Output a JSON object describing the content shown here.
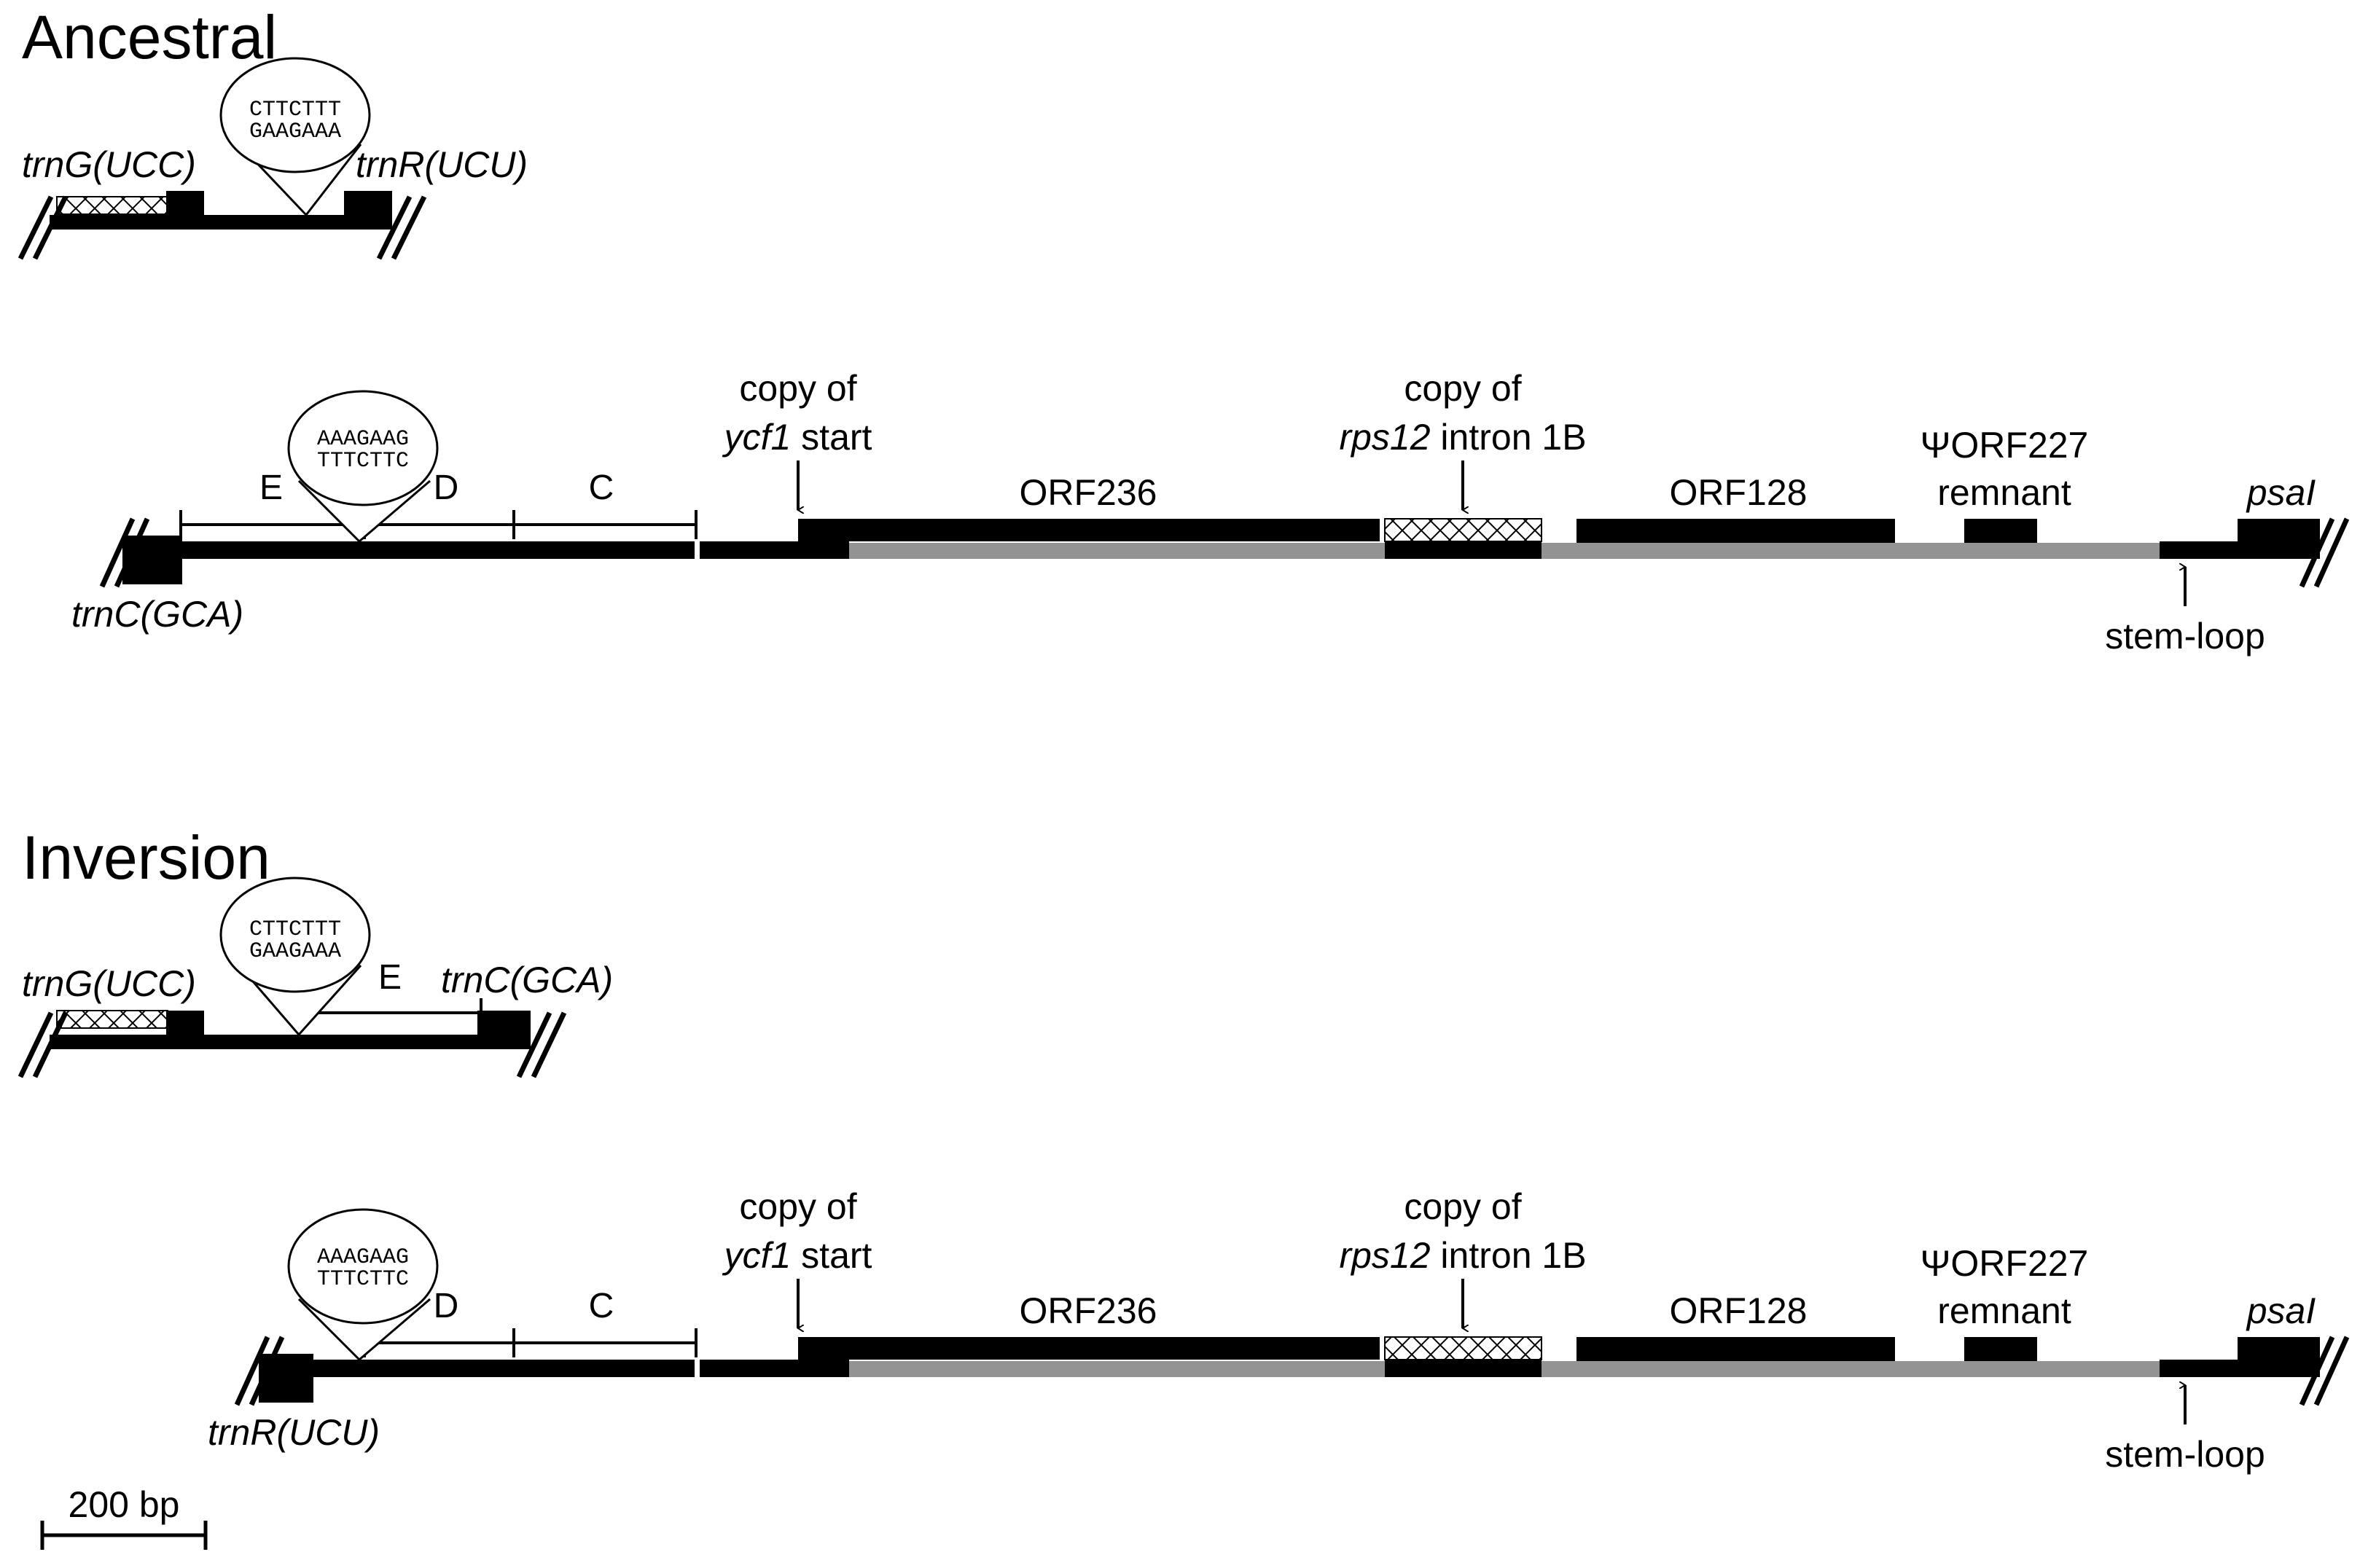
{
  "sections": {
    "ancestral": "Ancestral",
    "inversion": "Inversion"
  },
  "genes": {
    "trnG": "trnG(UCC)",
    "trnR": "trnR(UCU)",
    "trnC": "trnC(GCA)",
    "psaI": "psaI"
  },
  "sequences": {
    "top_line1": "CTTCTTT",
    "top_line2": "GAAGAAA",
    "bottom_line1": "AAAGAAG",
    "bottom_line2": "TTTCTTC"
  },
  "segments": {
    "E": "E",
    "D": "D",
    "C": "C"
  },
  "annotations": {
    "ycf1_line1": "copy of",
    "ycf1_gene": "ycf1",
    "ycf1_suffix": " start",
    "rps12_line1": "copy of",
    "rps12_gene": "rps12",
    "rps12_suffix": " intron 1B",
    "orf236": "ORF236",
    "orf128": "ORF128",
    "orf227_line1": "ΨORF227",
    "orf227_line2": "remnant",
    "stem_loop": "stem-loop"
  },
  "scale_bar": {
    "label": "200 bp"
  },
  "colors": {
    "black": "#000000",
    "gray": "#939393",
    "white": "#ffffff"
  }
}
